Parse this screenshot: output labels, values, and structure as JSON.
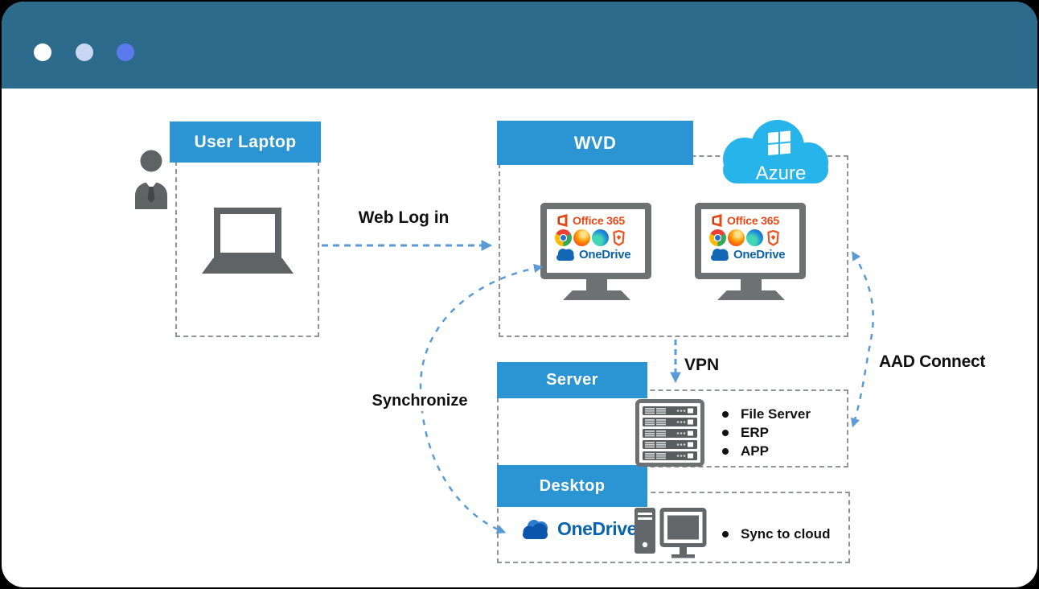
{
  "window": {
    "titlebar_color": "#2d6b8c",
    "dots": [
      {
        "name": "dot-1",
        "color": "#ffffff"
      },
      {
        "name": "dot-2",
        "color": "#c9d7f3"
      },
      {
        "name": "dot-3",
        "color": "#5b7bed"
      }
    ]
  },
  "diagram": {
    "boxes": {
      "user_laptop": {
        "title": "User Laptop"
      },
      "wvd": {
        "title": "WVD"
      },
      "server": {
        "title": "Server",
        "items": [
          "File Server",
          "ERP",
          "APP"
        ]
      },
      "desktop": {
        "title": "Desktop",
        "items": [
          "Sync to cloud"
        ]
      }
    },
    "labels": {
      "web_login": "Web Log in",
      "vpn": "VPN",
      "synchronize": "Synchronize",
      "aad_connect": "AAD Connect"
    },
    "azure": {
      "label": "Azure"
    },
    "session_host": {
      "office_label": "Office 365",
      "browsers": [
        "chrome",
        "firefox",
        "edge",
        "brave"
      ],
      "onedrive_label": "OneDrive"
    },
    "desktop_onedrive_label": "OneDrive",
    "colors": {
      "box_header": "#2b95d3",
      "azure_cloud": "#27b4ea",
      "arrow_blue": "#5b9bd5",
      "dashed_border": "#8f9499",
      "icon_gray": "#63676a",
      "office_orange": "#e64a19",
      "onedrive_blue": "#0a63ad",
      "label_text": "#111111"
    }
  }
}
